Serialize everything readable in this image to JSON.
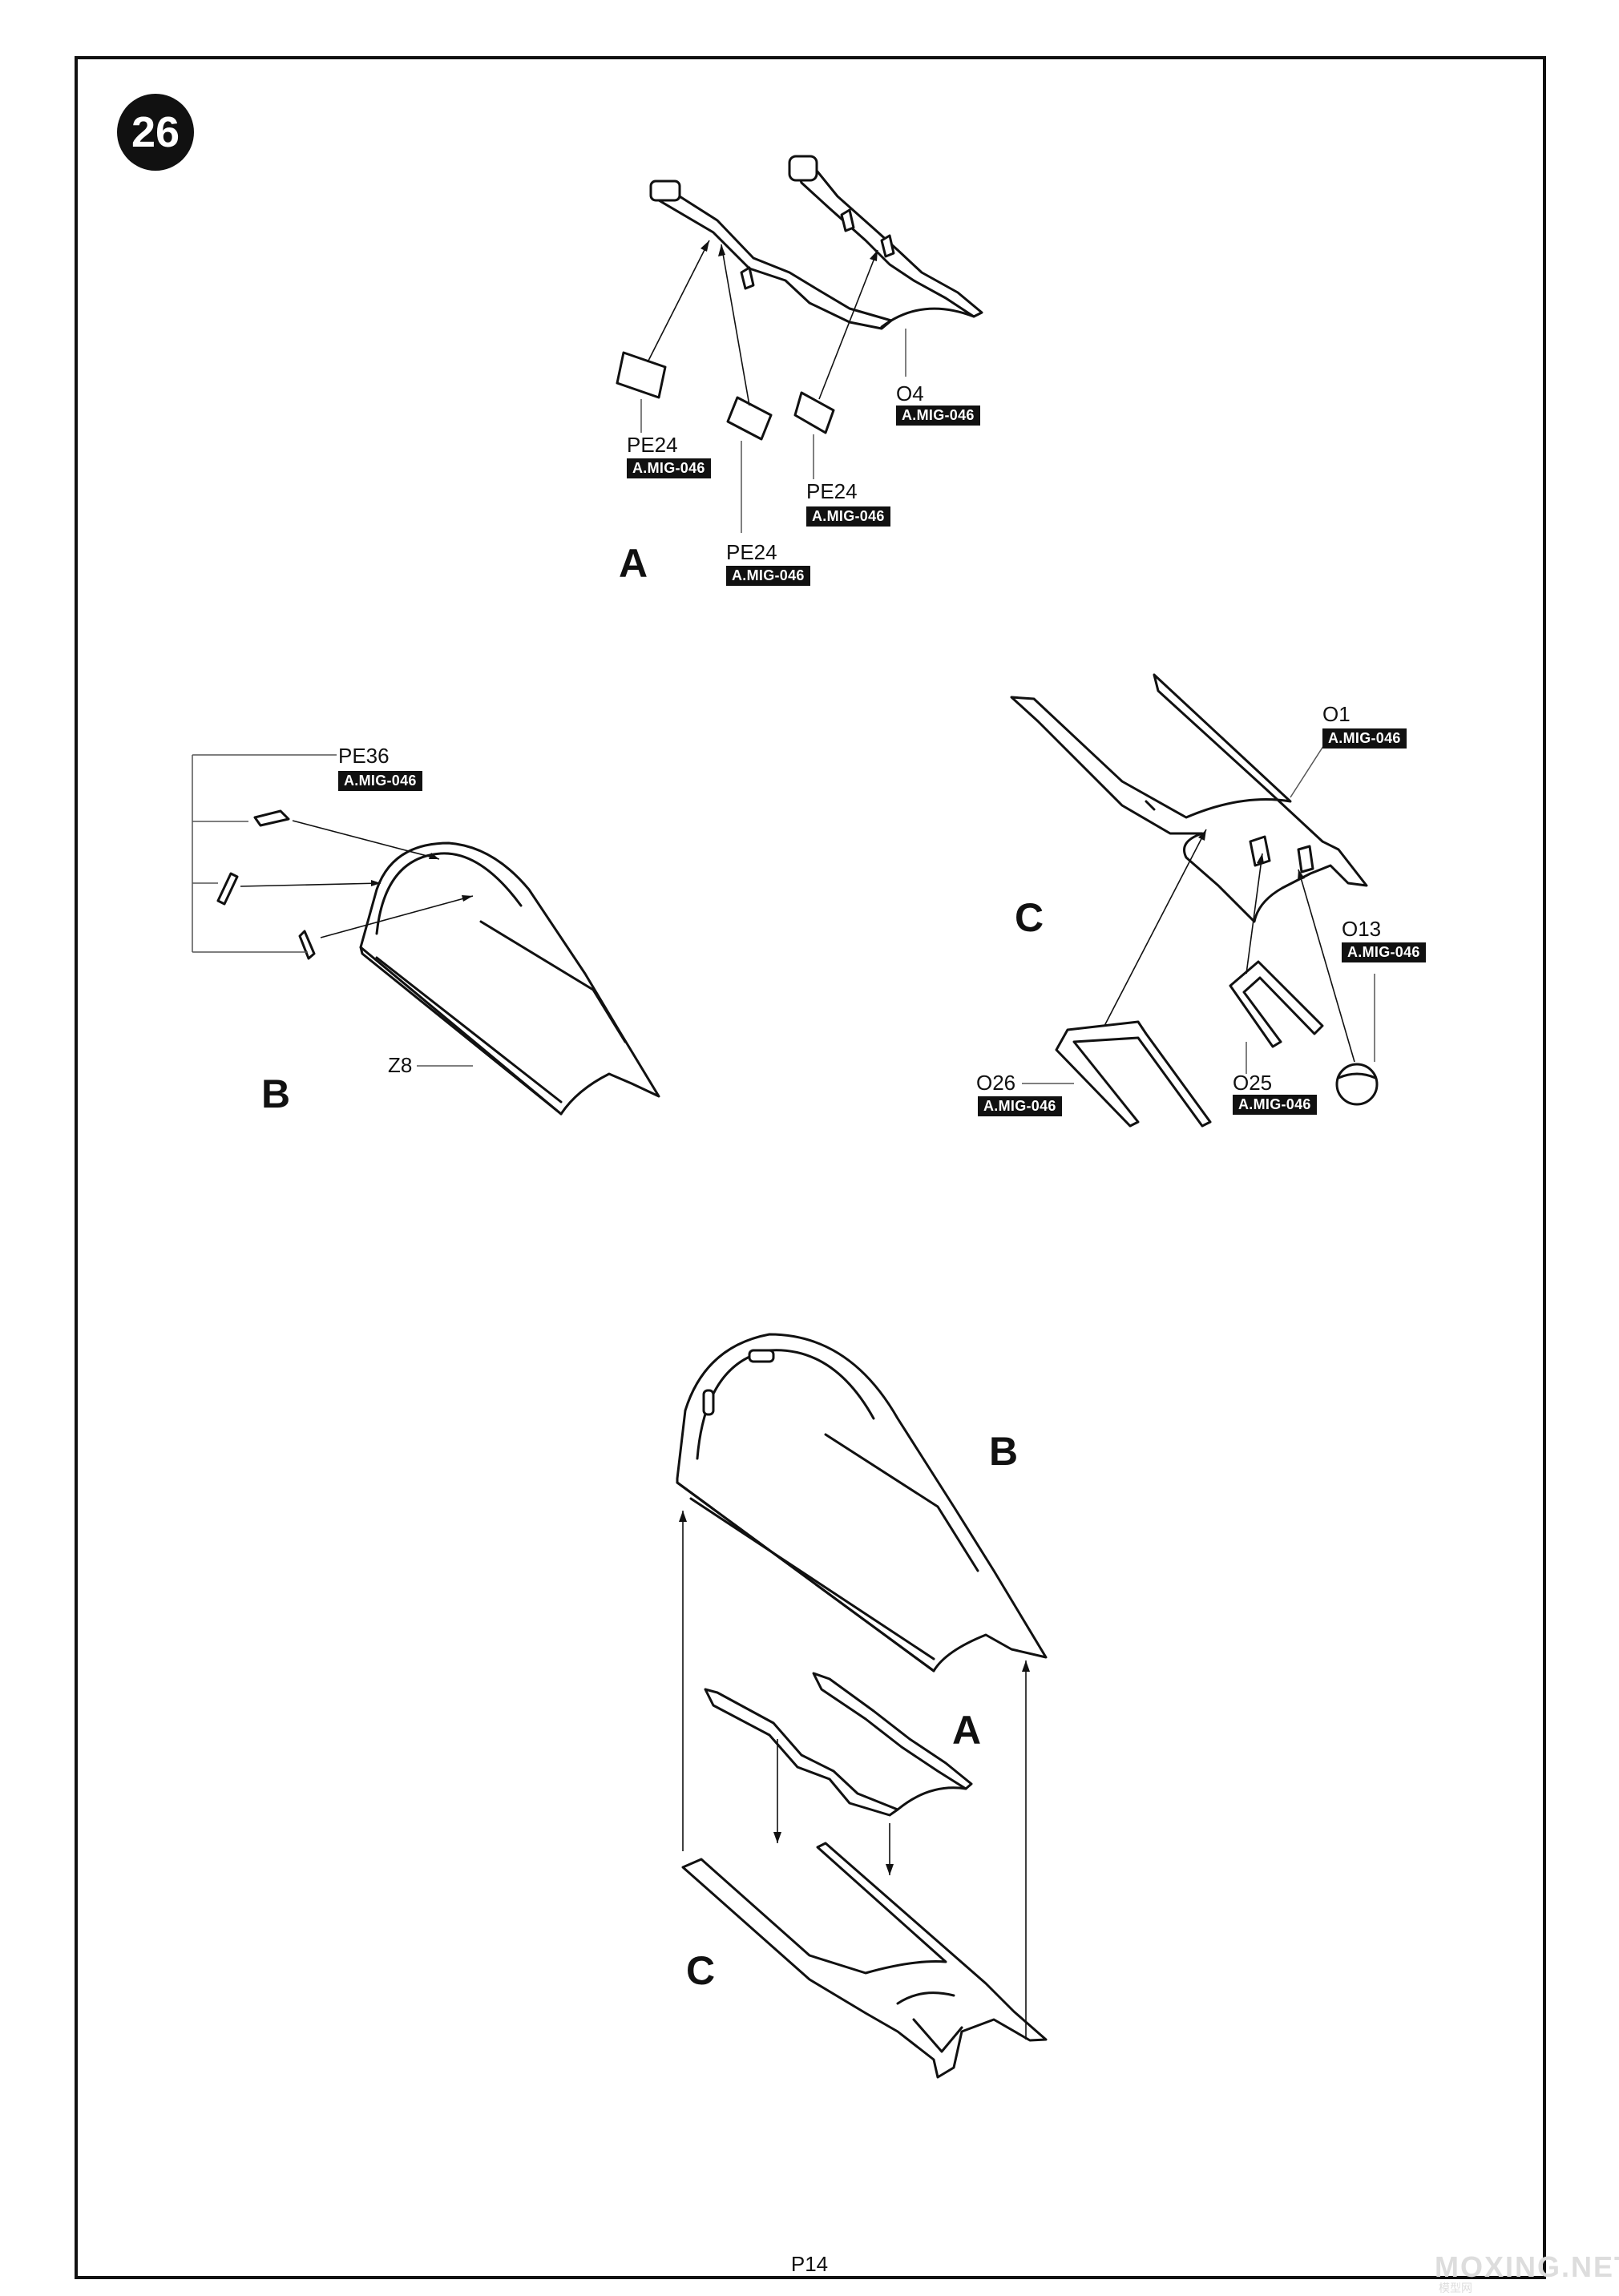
{
  "step": {
    "number": "26"
  },
  "page_number": "P14",
  "watermark": {
    "main": "MOXING.NET",
    "sub": "模型网"
  },
  "subassemblies": {
    "A": {
      "label": "A",
      "parts": [
        {
          "id": "O4",
          "tag": "A.MIG-046"
        },
        {
          "id": "PE24",
          "tag": "A.MIG-046"
        },
        {
          "id": "PE24",
          "tag": "A.MIG-046"
        },
        {
          "id": "PE24",
          "tag": "A.MIG-046"
        }
      ]
    },
    "B": {
      "label": "B",
      "parts": [
        {
          "id": "PE36",
          "tag": "A.MIG-046"
        },
        {
          "id": "Z8"
        }
      ]
    },
    "C": {
      "label": "C",
      "parts": [
        {
          "id": "O1",
          "tag": "A.MIG-046"
        },
        {
          "id": "O13",
          "tag": "A.MIG-046"
        },
        {
          "id": "O26",
          "tag": "A.MIG-046"
        },
        {
          "id": "O25",
          "tag": "A.MIG-046"
        }
      ]
    }
  },
  "final_assembly": {
    "labels": [
      "B",
      "A",
      "C"
    ]
  }
}
